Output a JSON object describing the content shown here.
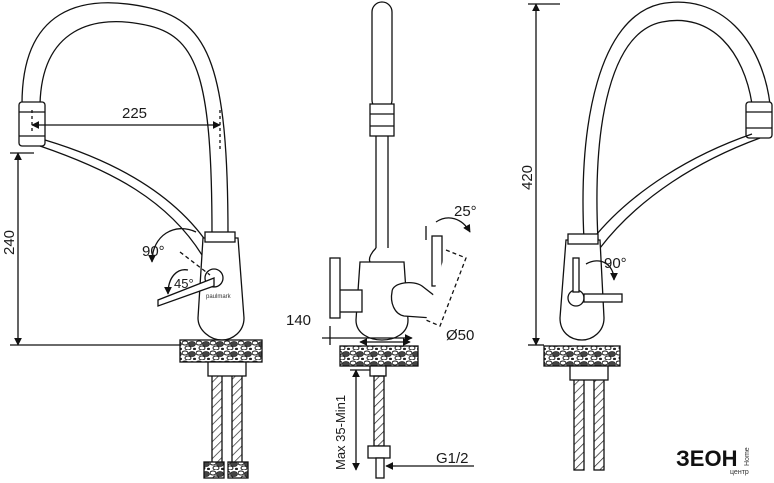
{
  "views": {
    "left": {
      "reach": "225",
      "height": "240",
      "angle_top": "90°",
      "angle_low": "45°",
      "brand": "paulmark"
    },
    "center": {
      "lever_angle": "25°",
      "base_width": "140",
      "diameter": "Ø50",
      "thread": "G1/2",
      "mount": "Max 35-Min1"
    },
    "right": {
      "height": "420",
      "angle": "90°"
    }
  },
  "watermark": {
    "text": "ЗЕОН",
    "sub": "Home",
    "tag": "центр"
  }
}
